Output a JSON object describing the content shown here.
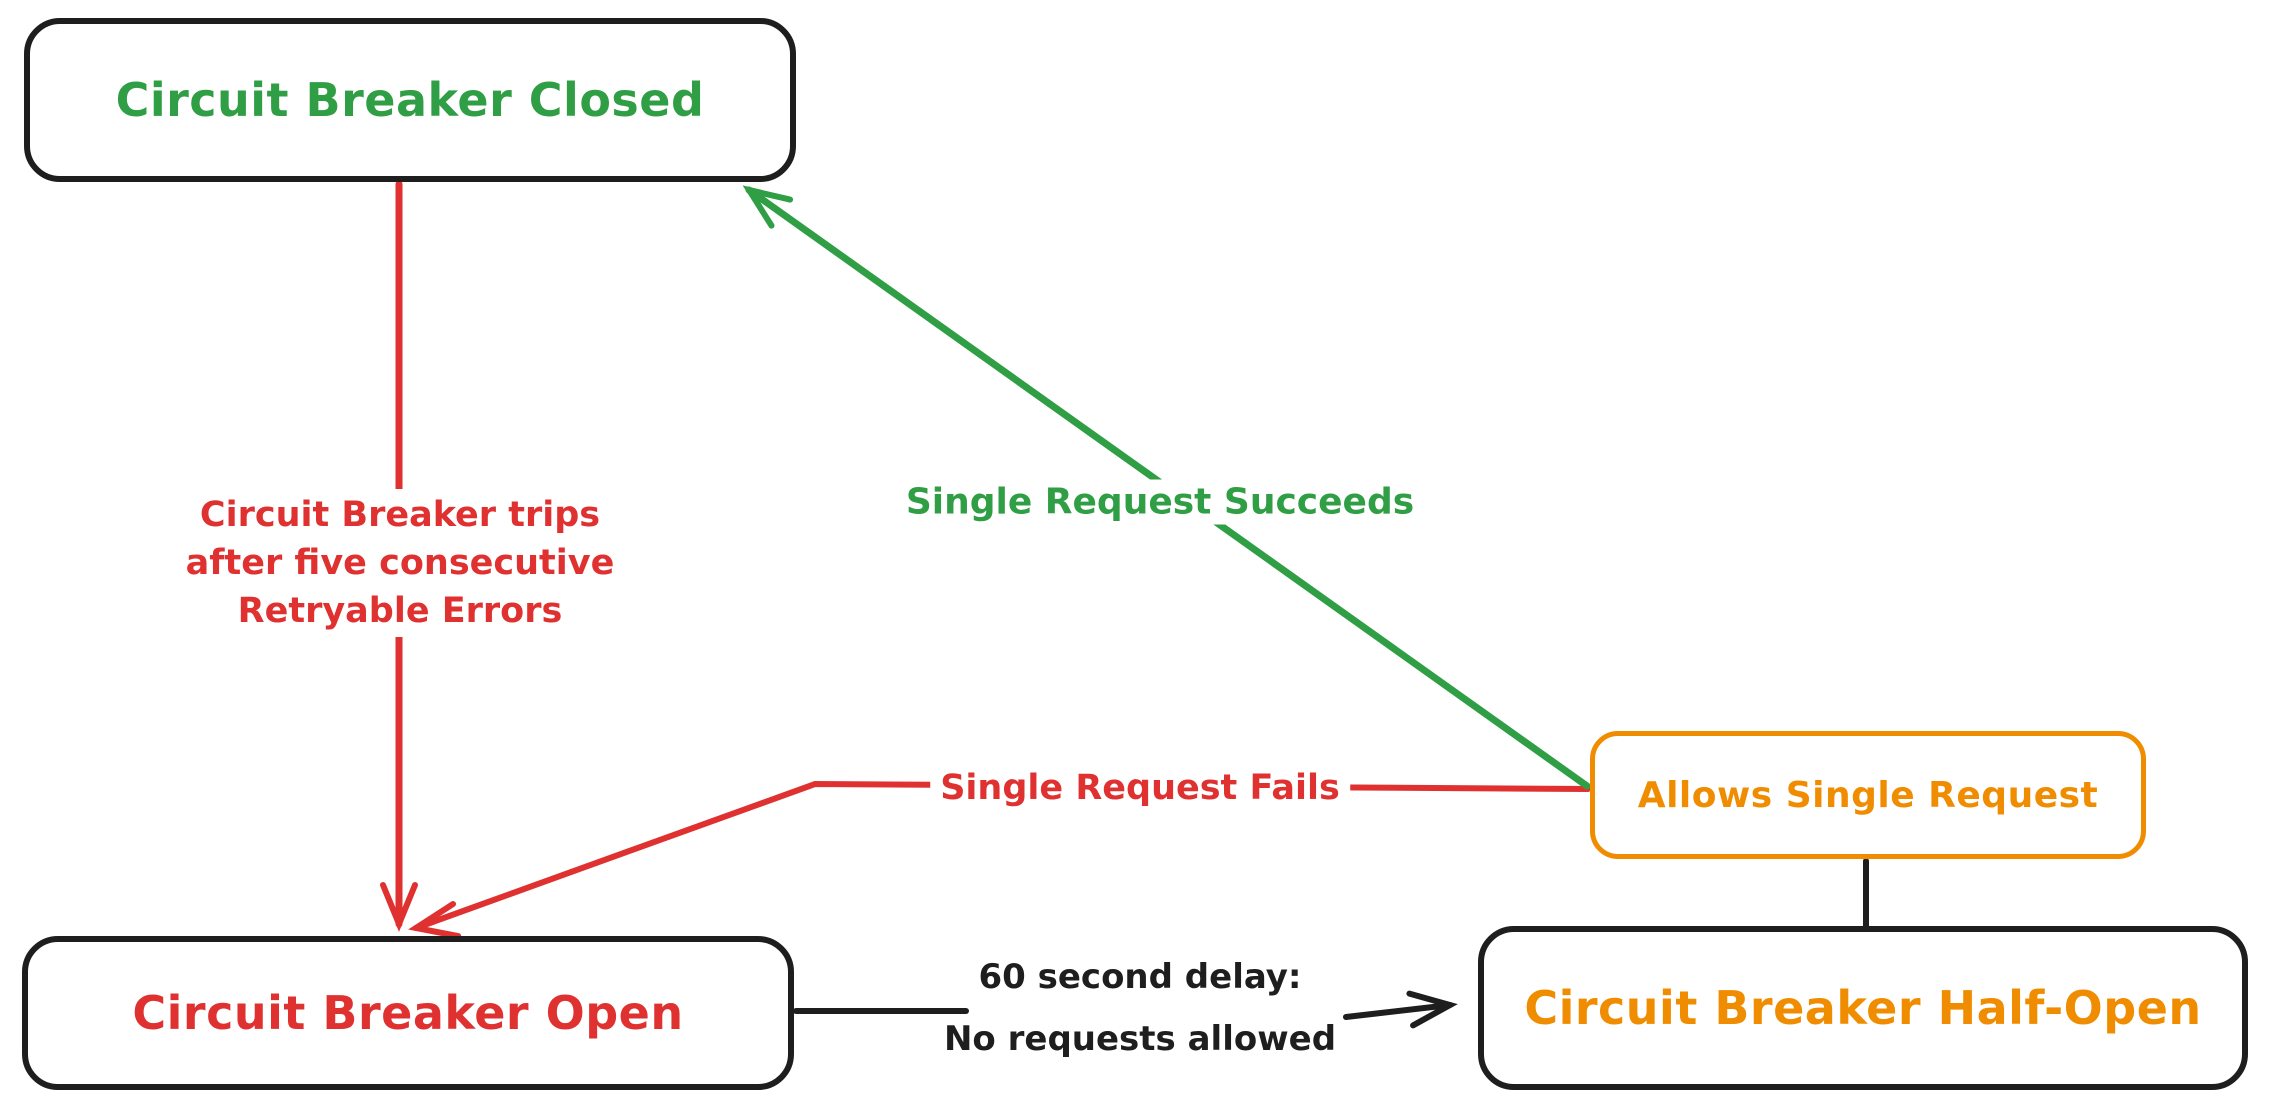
{
  "diagram": {
    "nodes": {
      "closed": {
        "label": "Circuit Breaker Closed",
        "text_color": "#2f9e44",
        "border_color": "#1e1e1e"
      },
      "open": {
        "label": "Circuit Breaker Open",
        "text_color": "#e03131",
        "border_color": "#1e1e1e"
      },
      "half_open": {
        "label": "Circuit Breaker Half-Open",
        "text_color": "#f08c00",
        "border_color": "#1e1e1e"
      },
      "allows": {
        "label": "Allows Single Request",
        "text_color": "#f08c00",
        "border_color": "#f08c00"
      }
    },
    "edges": {
      "trips": {
        "from": "closed",
        "to": "open",
        "color": "#e03131",
        "lines": [
          "Circuit Breaker trips",
          "after five consecutive",
          "Retryable Errors"
        ]
      },
      "succeeds": {
        "from": "allows",
        "to": "closed",
        "color": "#2f9e44",
        "label": "Single Request Succeeds"
      },
      "fails": {
        "from": "allows",
        "to": "open",
        "color": "#e03131",
        "label": "Single Request Fails"
      },
      "delay": {
        "from": "open",
        "to": "half_open",
        "color": "#1e1e1e",
        "lines": [
          "60 second delay:",
          "No requests allowed"
        ]
      },
      "connector": {
        "from": "allows",
        "to": "half_open",
        "color": "#1e1e1e",
        "label": ""
      }
    },
    "background": "#ffffff"
  }
}
